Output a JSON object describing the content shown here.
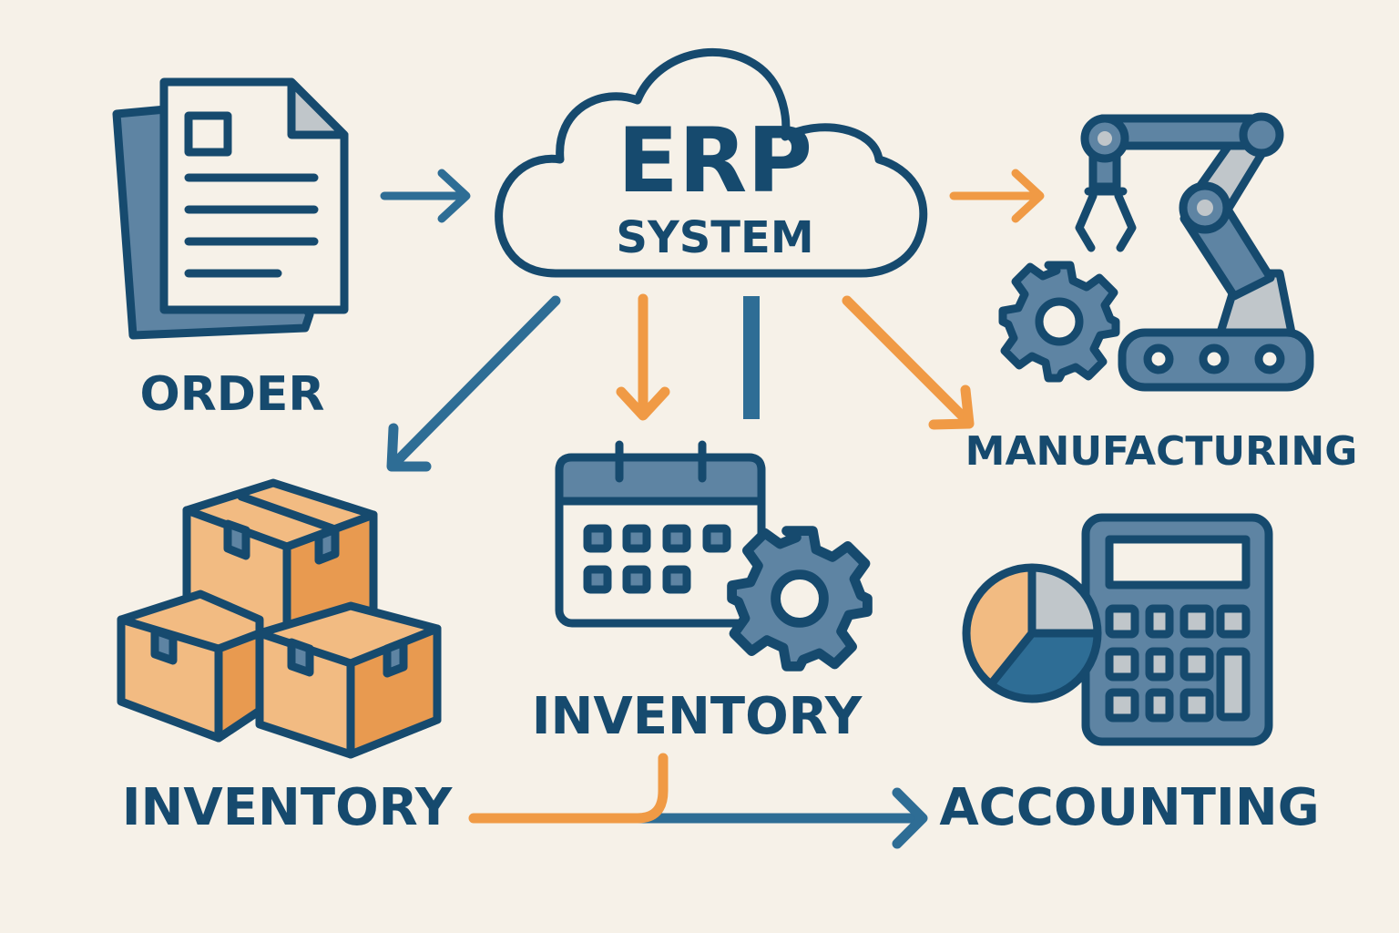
{
  "cloud": {
    "title": "ERP",
    "subtitle": "SYSTEM"
  },
  "nodes": {
    "order": "ORDER",
    "manufacturing": "MANUFACTURING",
    "inventory_left": "INVENTORY",
    "inventory_center": "INVENTORY",
    "accounting": "ACCOUNTING"
  },
  "colors": {
    "dark": "#164a6e",
    "slate": "#5e84a3",
    "blue": "#2e6d95",
    "orange": "#f09a45",
    "light_orange": "#f2bb82",
    "grey": "#c0c6ca",
    "background": "#f6f1e8"
  }
}
